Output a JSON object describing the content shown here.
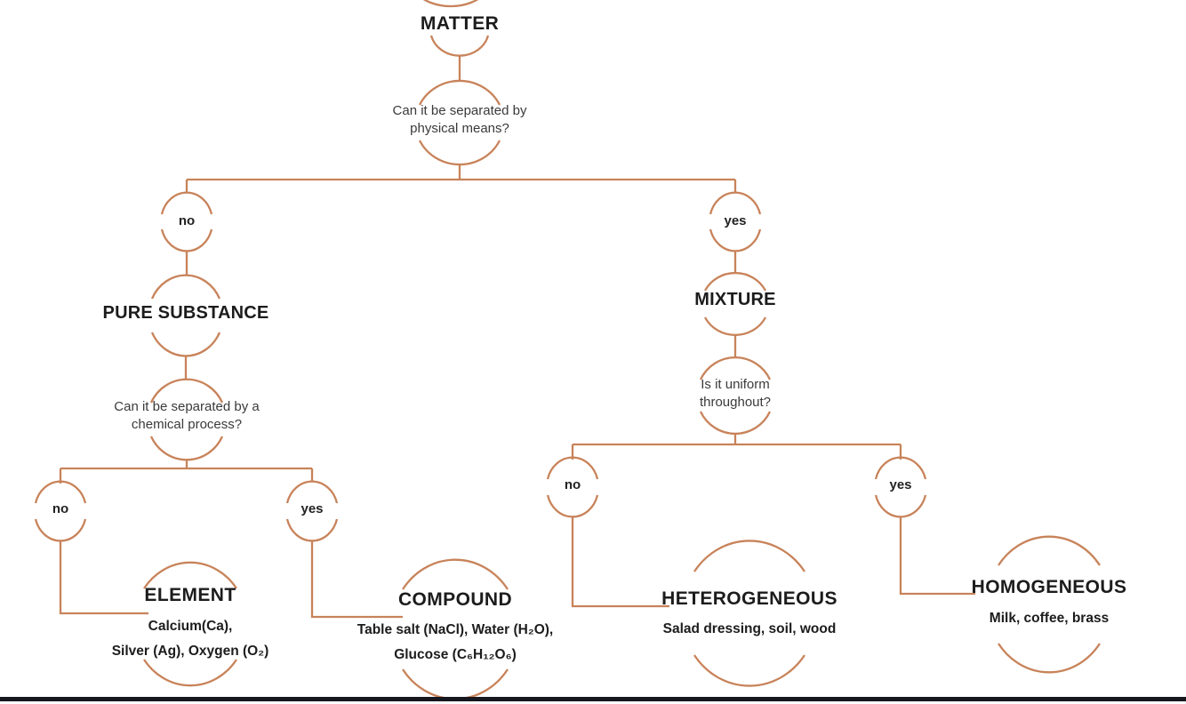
{
  "diagram": {
    "root": {
      "title": "MATTER"
    },
    "question_physical": {
      "lines": [
        "Can it be separated by",
        "physical means?"
      ]
    },
    "question_chemical": {
      "lines": [
        "Can it be separated by a",
        "chemical process?"
      ]
    },
    "question_uniform": {
      "lines": [
        "Is it uniform",
        "throughout?"
      ]
    },
    "answers": {
      "physical_no": "no",
      "physical_yes": "yes",
      "chemical_no": "no",
      "chemical_yes": "yes",
      "uniform_no": "no",
      "uniform_yes": "yes"
    },
    "pure_substance": {
      "title": "PURE SUBSTANCE"
    },
    "mixture": {
      "title": "MIXTURE"
    },
    "element": {
      "title": "ELEMENT",
      "examples": [
        "Calcium(Ca),",
        "Silver (Ag), Oxygen (O₂)"
      ]
    },
    "compound": {
      "title": "COMPOUND",
      "examples": [
        "Table salt (NaCl), Water (H₂O),",
        "Glucose (C₆H₁₂O₆)"
      ]
    },
    "heterogeneous": {
      "title": "HETEROGENEOUS",
      "examples": [
        "Salad dressing, soil, wood"
      ]
    },
    "homogeneous": {
      "title": "HOMOGENEOUS",
      "examples": [
        "Milk, coffee, brass"
      ]
    }
  },
  "colors": {
    "accent": "#c8835a",
    "title_text": "#1c1c1c",
    "question_text": "#3a3a3a",
    "bottom_bar": "#16161e",
    "background": "#ffffff"
  }
}
